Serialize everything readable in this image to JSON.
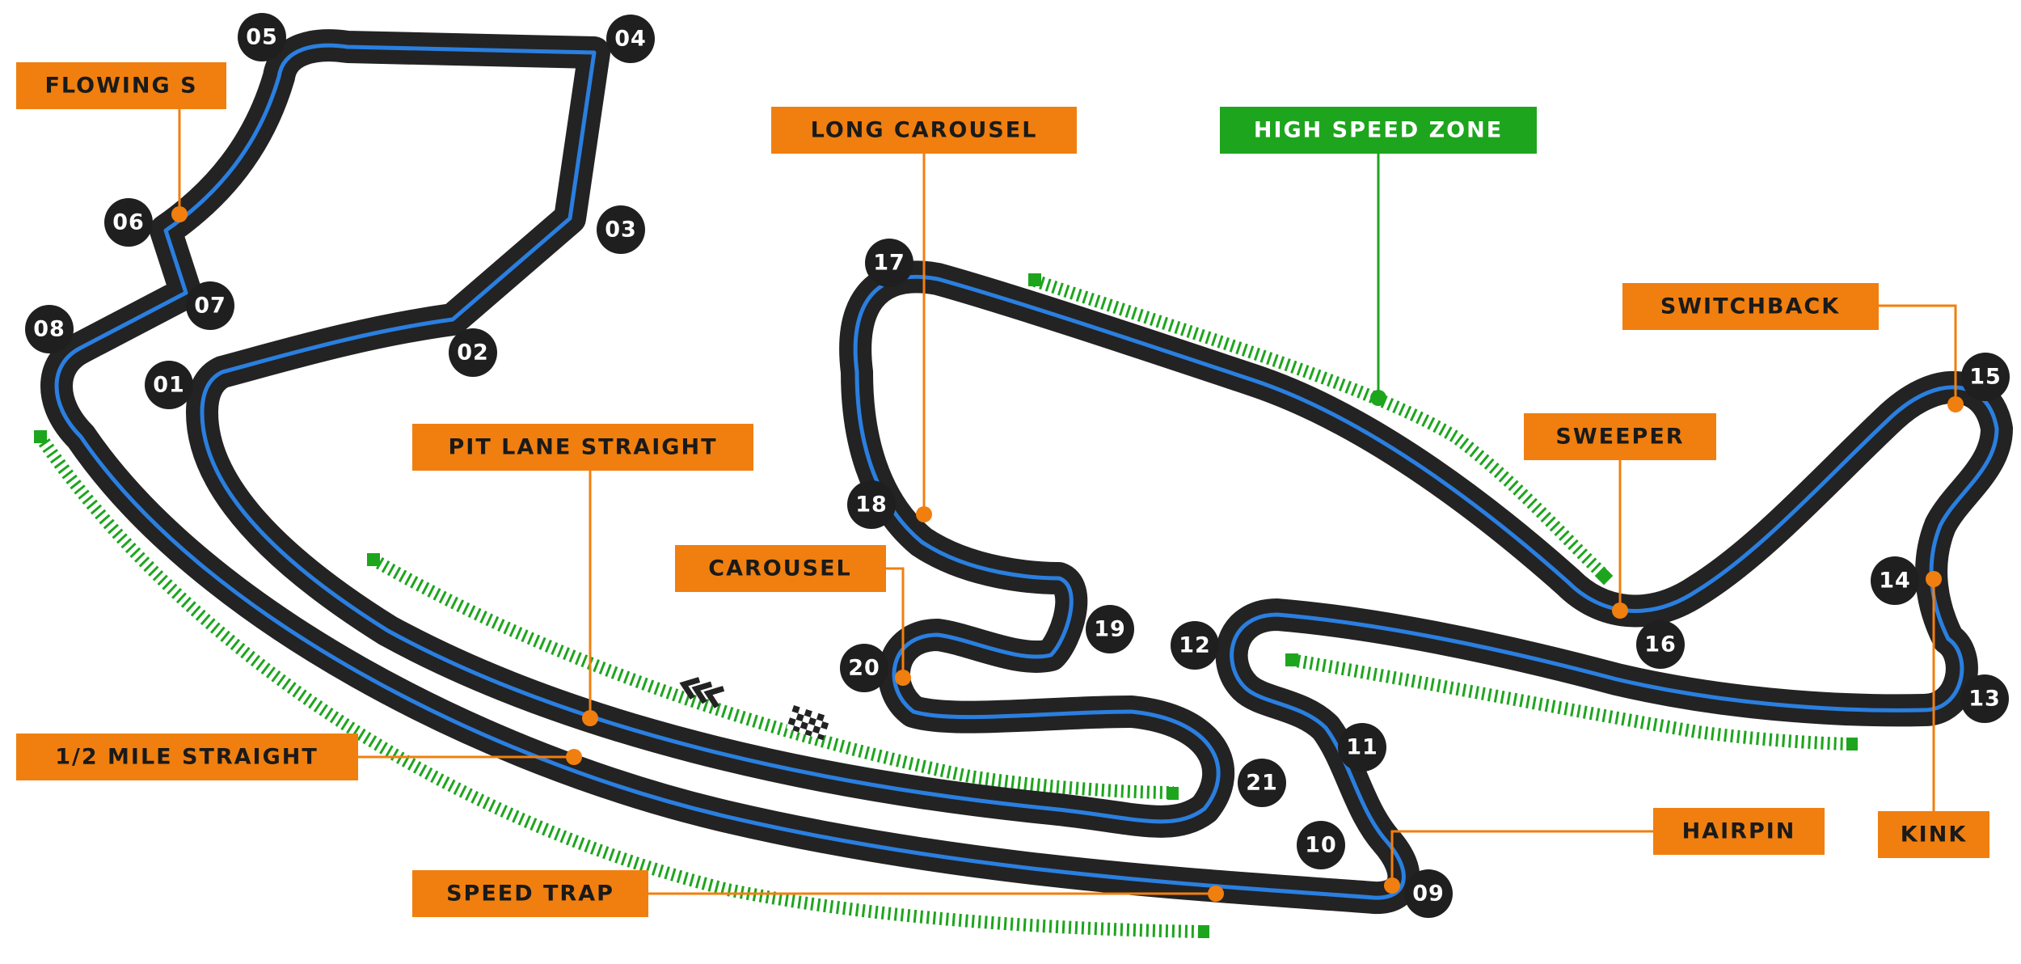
{
  "colors": {
    "track": "#232323",
    "racing_line": "#2a7fe0",
    "label_bg": "#f07f0f",
    "label_text": "#1a1a1a",
    "zone_bg": "#1ea51e",
    "zone_text": "#ffffff",
    "corner_bg": "#1f1f1f",
    "corner_text": "#ffffff"
  },
  "corners": [
    "01",
    "02",
    "03",
    "04",
    "05",
    "06",
    "07",
    "08",
    "09",
    "10",
    "11",
    "12",
    "13",
    "14",
    "15",
    "16",
    "17",
    "18",
    "19",
    "20",
    "21"
  ],
  "labels": {
    "flowing_s": "FLOWING S",
    "long_carousel": "LONG CAROUSEL",
    "high_speed_zone": "HIGH SPEED ZONE",
    "switchback": "SWITCHBACK",
    "sweeper": "SWEEPER",
    "pit_lane_straight": "PIT LANE STRAIGHT",
    "carousel": "CAROUSEL",
    "half_mile_straight": "1/2 MILE STRAIGHT",
    "speed_trap": "SPEED TRAP",
    "hairpin": "HAIRPIN",
    "kink": "KINK"
  },
  "icons": {
    "pit_direction": "chevron-left-icon",
    "start_finish": "checkered-flag-icon"
  }
}
